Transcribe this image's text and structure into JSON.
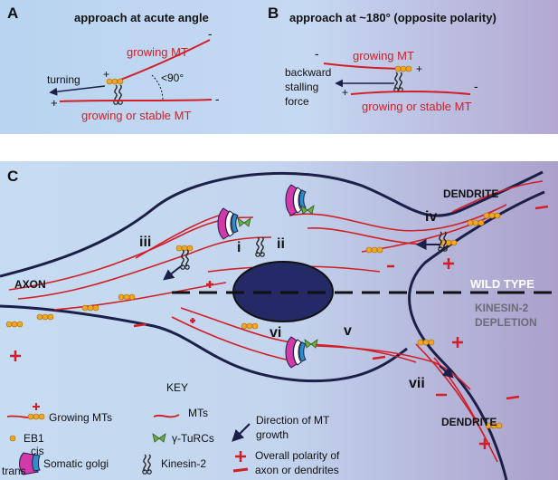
{
  "panelA": {
    "letter": "A",
    "title": "approach at acute angle",
    "minus_top": "-",
    "growing_mt": "growing MT",
    "plus_top": "+",
    "angle": "<90°",
    "turning": "turning",
    "plus_left": "+",
    "minus_right": "-",
    "bottom_mt": "growing or stable MT"
  },
  "panelB": {
    "letter": "B",
    "title": "approach at ~180° (opposite polarity)",
    "minus_top": "-",
    "growing_mt": "growing MT",
    "plus_top": "+",
    "backward": "backward",
    "stalling": "stalling",
    "force": "force",
    "plus_bottom": "+",
    "minus_bottom": "-",
    "bottom_mt": "growing or stable MT"
  },
  "panelC": {
    "letter": "C",
    "dendrite_top": "DENDRITE",
    "dendrite_bottom": "DENDRITE",
    "axon": "AXON",
    "wild_type": "WILD TYPE",
    "kinesin_line1": "KINESIN-2",
    "kinesin_line2": "DEPLETION",
    "roman": [
      "i",
      "ii",
      "iii",
      "iv",
      "v",
      "vi",
      "vii"
    ]
  },
  "key": {
    "title": "KEY",
    "growing_mts": "Growing MTs",
    "mts": "MTs",
    "direction_line1": "Direction of MT",
    "direction_line2": "growth",
    "eb1": "EB1",
    "gamma_turcs": "γ-TuRCs",
    "cis": "cis",
    "trans": "trans",
    "somatic_golgi": "Somatic golgi",
    "kinesin2": "Kinesin-2",
    "polarity_line1": "Overall polarity of",
    "polarity_line2": "axon or dendrites"
  },
  "colors": {
    "mt_red": "#d11f27",
    "eb1_orange": "#f2a623",
    "nucleus": "#232a66",
    "outline": "#1c1f4a",
    "golgi_magenta": "#d23aa9",
    "golgi_blue": "#2c8fc9",
    "turc_green": "#6bae47",
    "bg_blue": "#bcd6f0",
    "bg_purple": "#b9aed3"
  },
  "icons": [
    "eb1-icon",
    "golgi-icon",
    "gamma-turc-icon",
    "kinesin-icon",
    "arrow-icon",
    "nucleus-icon"
  ]
}
